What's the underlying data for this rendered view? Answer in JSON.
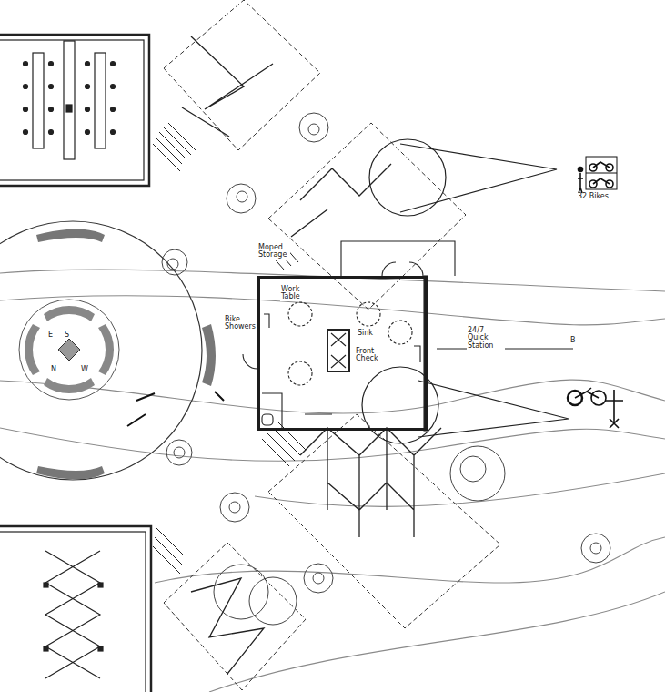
{
  "diagram": {
    "nodes": [
      {
        "text": [
          "Work Table",
          "Sink",
          "Front Check"
        ]
      }
    ],
    "labels": [
      "Moped Storage",
      "Bike Showers",
      "24/7 Quick Station",
      "B",
      "32 Bikes",
      "E",
      "S",
      "N",
      "W"
    ]
  }
}
